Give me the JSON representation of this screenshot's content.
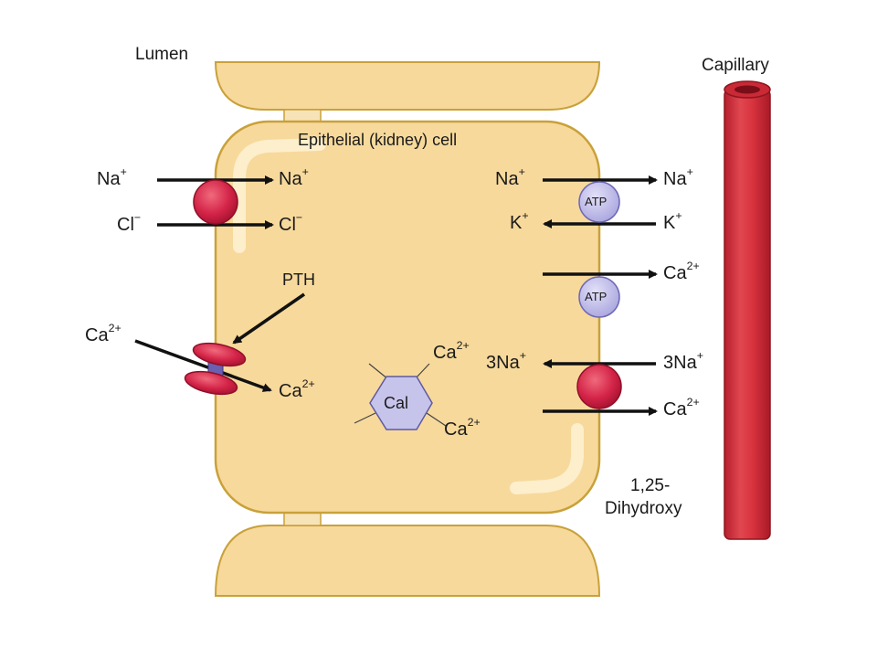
{
  "labels": {
    "lumen": "Lumen",
    "capillary": "Capillary",
    "cell": "Epithelial (kidney) cell",
    "pth": "PTH",
    "cal": "Cal",
    "atp_top": "ATP",
    "atp_bottom": "ATP",
    "vitd_line1": "1,25-",
    "vitd_line2": "Dihydroxy"
  },
  "ions": {
    "na_lumen": {
      "base": "Na",
      "sup": "+"
    },
    "na_cell_left": {
      "base": "Na",
      "sup": "+"
    },
    "cl_lumen": {
      "base": "Cl",
      "sup": "−"
    },
    "cl_cell_left": {
      "base": "Cl",
      "sup": "−"
    },
    "ca_lumen": {
      "base": "Ca",
      "sup": "2+"
    },
    "ca_cell_left": {
      "base": "Ca",
      "sup": "2+"
    },
    "ca_cal_top": {
      "base": "Ca",
      "sup": "2+"
    },
    "ca_cal_bottom": {
      "base": "Ca",
      "sup": "2+"
    },
    "na_cell_right": {
      "base": "Na",
      "sup": "+"
    },
    "na_blood": {
      "base": "Na",
      "sup": "+"
    },
    "k_cell_right": {
      "base": "K",
      "sup": "+"
    },
    "k_blood": {
      "base": "K",
      "sup": "+"
    },
    "ca_blood_atp": {
      "base": "Ca",
      "sup": "2+"
    },
    "na3_cell": {
      "base": "3Na",
      "sup": "+"
    },
    "na3_blood": {
      "base": "3Na",
      "sup": "+"
    },
    "ca_blood_exch": {
      "base": "Ca",
      "sup": "2+"
    }
  },
  "colors": {
    "cell_fill": "#f7d99c",
    "cell_stroke": "#c9a13a",
    "transporter_red": "#d9264a",
    "atp_purple": "#b9b6e6",
    "capillary_red": "#d9343f",
    "arrow": "#111111"
  }
}
